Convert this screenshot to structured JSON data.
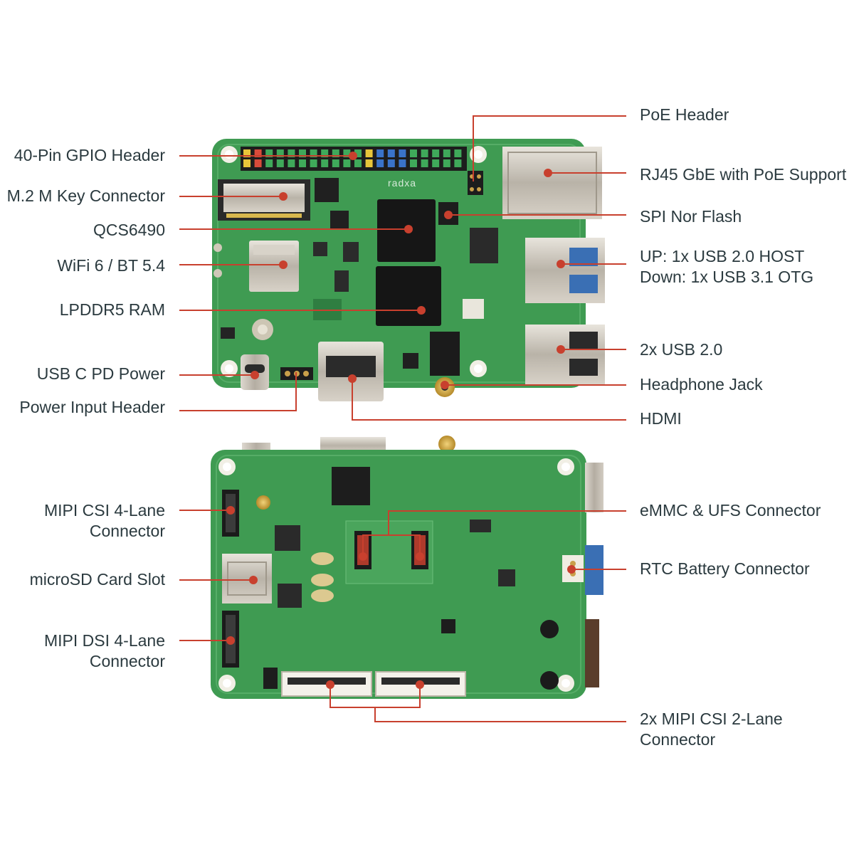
{
  "diagram": {
    "accent_color": "#c8402e",
    "board_color": "#3f9b52",
    "labels": {
      "gpio": "40-Pin GPIO Header",
      "m2": "M.2 M Key Connector",
      "soc": "QCS6490",
      "wifi": "WiFi 6 / BT 5.4",
      "ram": "LPDDR5 RAM",
      "usbc": "USB C PD Power",
      "power_header": "Power Input Header",
      "poe": "PoE Header",
      "rj45": "RJ45 GbE with PoE Support",
      "spi": "SPI Nor Flash",
      "usb_up": "UP: 1x USB 2.0 HOST",
      "usb_down": "Down: 1x USB 3.1 OTG",
      "usb2": "2x USB 2.0",
      "headphone": "Headphone Jack",
      "hdmi": "HDMI",
      "csi4_line1": "MIPI CSI 4-Lane",
      "csi4_line2": "Connector",
      "microsd": "microSD Card Slot",
      "dsi_line1": "MIPI DSI 4-Lane",
      "dsi_line2": "Connector",
      "emmc": "eMMC & UFS Connector",
      "rtc": "RTC Battery Connector",
      "csi2_line1": "2x MIPI CSI 2-Lane",
      "csi2_line2": "Connector"
    },
    "silkscreen": {
      "brand": "radxa"
    }
  }
}
